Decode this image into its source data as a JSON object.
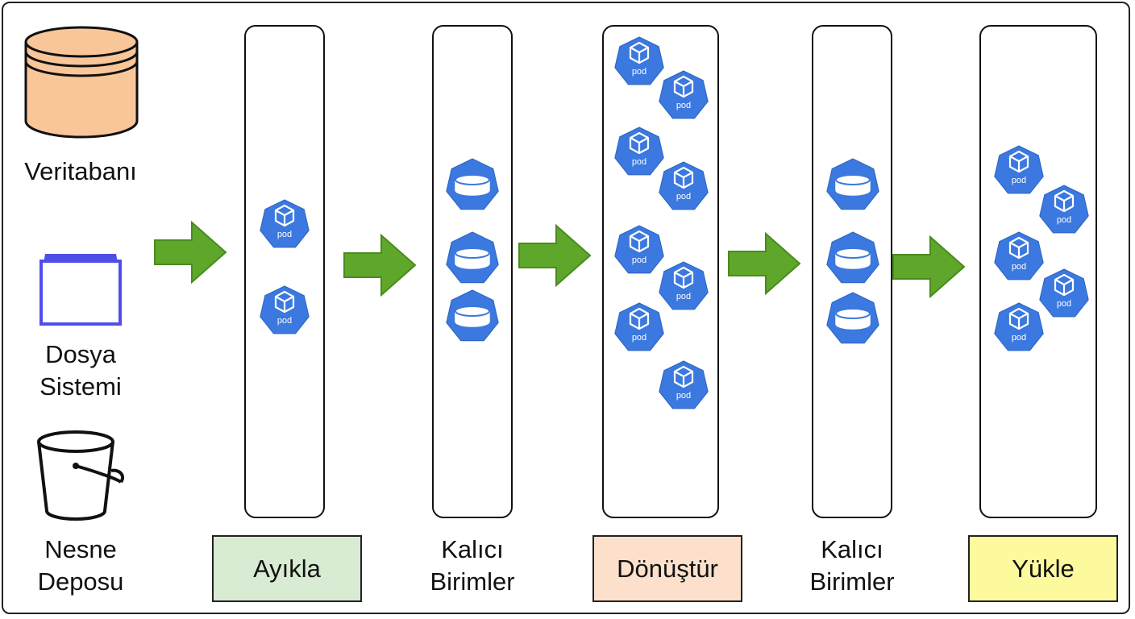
{
  "sources": {
    "database_label": "Veritabanı",
    "filesystem_label": "Dosya\nSistemi",
    "object_store_label": "Nesne\nDeposu"
  },
  "stages": {
    "extract": "Ayıkla",
    "volumes_1": "Kalıcı\nBirimler",
    "transform": "Dönüştür",
    "volumes_2": "Kalıcı\nBirimler",
    "load": "Yükle"
  },
  "pod_label": "pod",
  "colors": {
    "database_fill": "#f9c699",
    "filesystem_border": "#4f4fe8",
    "pod_blue": "#3b78df",
    "arrow_green": "#5fa72a",
    "extract_box": "#d8ebd3",
    "transform_box": "#fce0cb",
    "load_box": "#fdfa9e"
  }
}
